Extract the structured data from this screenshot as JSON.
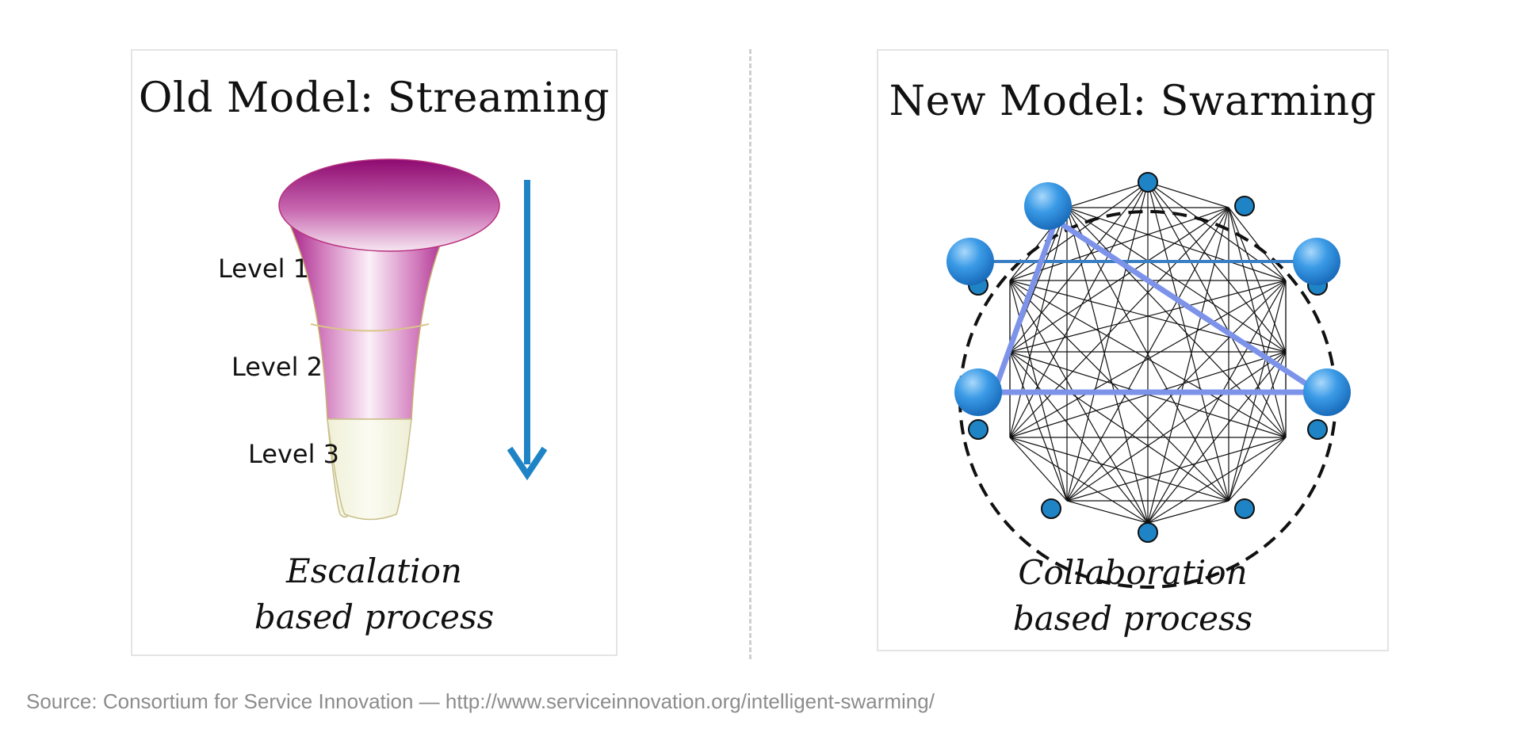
{
  "old_model": {
    "title": "Old Model: Streaming",
    "levels": [
      "Level 1",
      "Level 2",
      "Level 3"
    ],
    "caption_line1": "Escalation",
    "caption_line2": "based process",
    "funnel_color": "#a0107e",
    "arrow_color": "#1f84c6",
    "arrow-icon": "arrow-down-icon"
  },
  "new_model": {
    "title": "New Model: Swarming",
    "caption_line1": "Collaboration",
    "caption_line2": "based process",
    "node_color": "#1f84c6",
    "highlight_color": "#7d93ea"
  },
  "source_note": "Source: Consortium for Service Innovation — http://www.serviceinnovation.org/intelligent-swarming/"
}
